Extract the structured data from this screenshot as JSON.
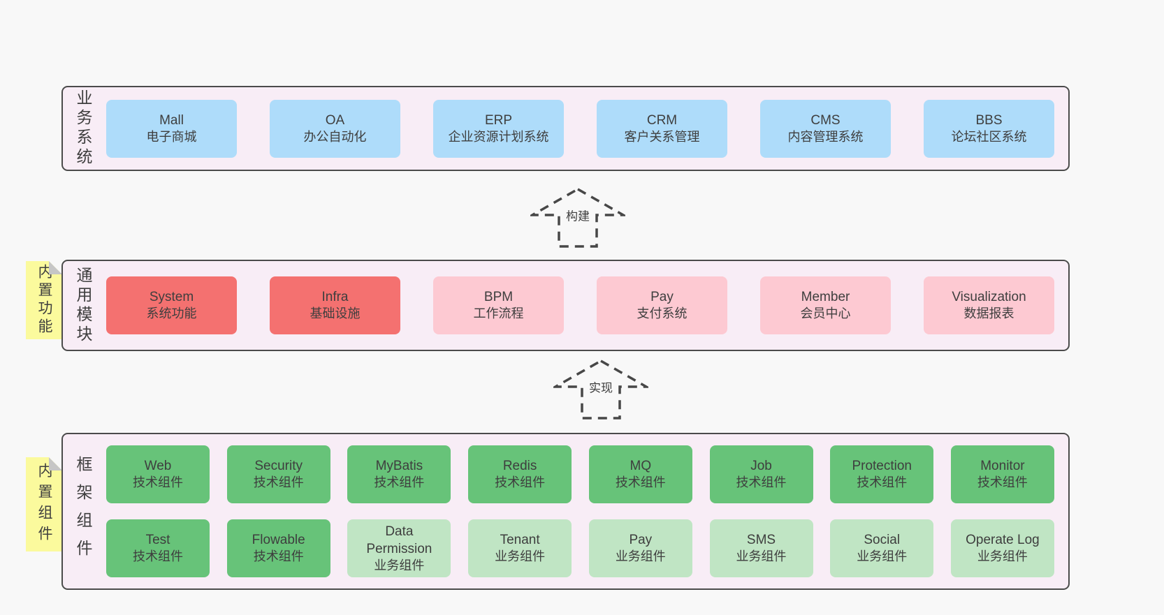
{
  "colors": {
    "page_bg": "#f8f8f8",
    "panel_bg": "#f8edf6",
    "panel_border": "#4b4b4b",
    "text": "#3e3e3e",
    "blue": "#aedcfa",
    "red": "#f47170",
    "pink": "#fdc9d2",
    "green_dark": "#67c379",
    "green_light": "#c0e5c4",
    "sticky_yellow": "#fbfa9d",
    "sticky_fold": "#c6c6c6",
    "arrow": "#474747"
  },
  "arrows": [
    {
      "id": "build",
      "label": "构建"
    },
    {
      "id": "implement",
      "label": "实现"
    }
  ],
  "panels": [
    {
      "id": "business",
      "side_label": "业务系统",
      "sticky_label": null,
      "rows": [
        [
          {
            "en": "Mall",
            "zh": "电子商城",
            "color": "blue"
          },
          {
            "en": "OA",
            "zh": "办公自动化",
            "color": "blue"
          },
          {
            "en": "ERP",
            "zh": "企业资源计划系统",
            "color": "blue"
          },
          {
            "en": "CRM",
            "zh": "客户关系管理",
            "color": "blue"
          },
          {
            "en": "CMS",
            "zh": "内容管理系统",
            "color": "blue"
          },
          {
            "en": "BBS",
            "zh": "论坛社区系统",
            "color": "blue"
          }
        ]
      ]
    },
    {
      "id": "modules",
      "side_label": "通用模块",
      "sticky_label": "内置功能",
      "rows": [
        [
          {
            "en": "System",
            "zh": "系统功能",
            "color": "red"
          },
          {
            "en": "Infra",
            "zh": "基础设施",
            "color": "red"
          },
          {
            "en": "BPM",
            "zh": "工作流程",
            "color": "pink"
          },
          {
            "en": "Pay",
            "zh": "支付系统",
            "color": "pink"
          },
          {
            "en": "Member",
            "zh": "会员中心",
            "color": "pink"
          },
          {
            "en": "Visualization",
            "zh": "数据报表",
            "color": "pink"
          }
        ]
      ]
    },
    {
      "id": "framework",
      "side_label": "框架组件",
      "sticky_label": "内置组件",
      "rows": [
        [
          {
            "en": "Web",
            "zh": "技术组件",
            "color": "green_dark"
          },
          {
            "en": "Security",
            "zh": "技术组件",
            "color": "green_dark"
          },
          {
            "en": "MyBatis",
            "zh": "技术组件",
            "color": "green_dark"
          },
          {
            "en": "Redis",
            "zh": "技术组件",
            "color": "green_dark"
          },
          {
            "en": "MQ",
            "zh": "技术组件",
            "color": "green_dark"
          },
          {
            "en": "Job",
            "zh": "技术组件",
            "color": "green_dark"
          },
          {
            "en": "Protection",
            "zh": "技术组件",
            "color": "green_dark"
          },
          {
            "en": "Monitor",
            "zh": "技术组件",
            "color": "green_dark"
          }
        ],
        [
          {
            "en": "Test",
            "zh": "技术组件",
            "color": "green_dark"
          },
          {
            "en": "Flowable",
            "zh": "技术组件",
            "color": "green_dark"
          },
          {
            "en": "Data Permission",
            "zh": "业务组件",
            "color": "green_light"
          },
          {
            "en": "Tenant",
            "zh": "业务组件",
            "color": "green_light"
          },
          {
            "en": "Pay",
            "zh": "业务组件",
            "color": "green_light"
          },
          {
            "en": "SMS",
            "zh": "业务组件",
            "color": "green_light"
          },
          {
            "en": "Social",
            "zh": "业务组件",
            "color": "green_light"
          },
          {
            "en": "Operate Log",
            "zh": "业务组件",
            "color": "green_light"
          }
        ]
      ]
    }
  ]
}
